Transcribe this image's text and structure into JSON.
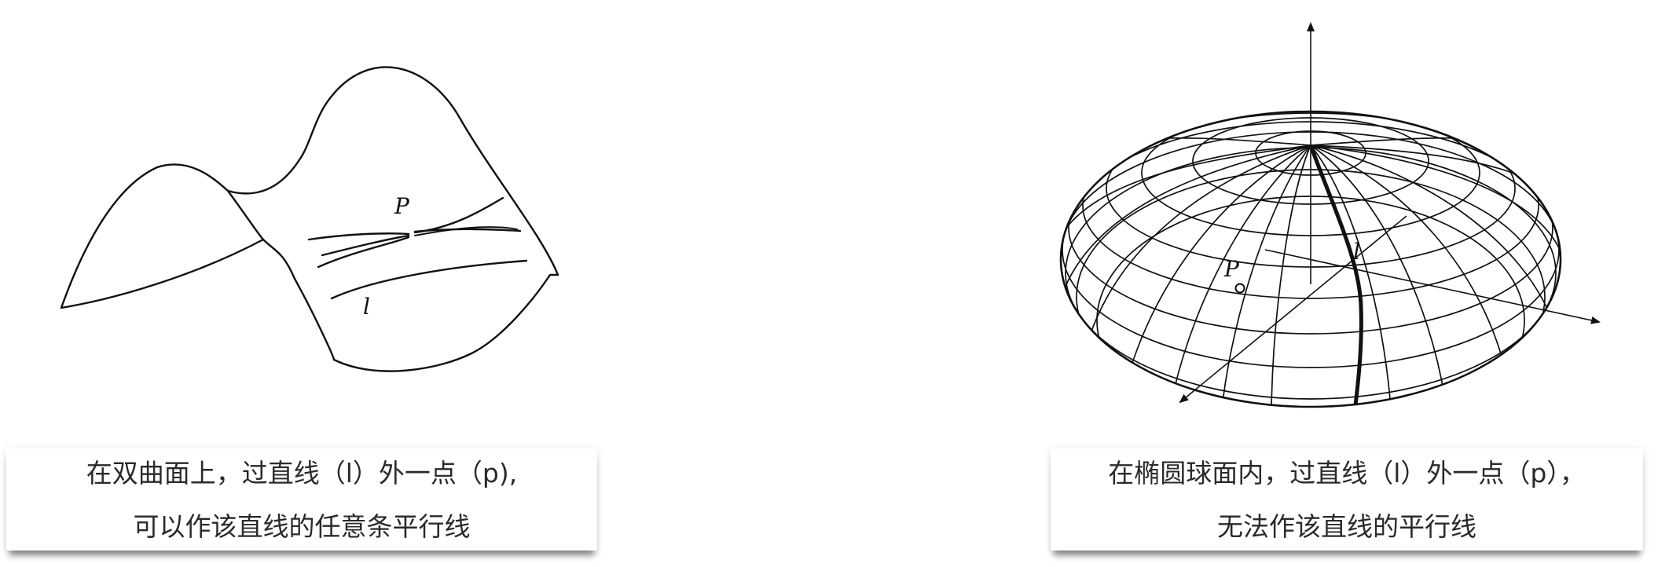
{
  "left": {
    "point_label": "P",
    "line_label": "l",
    "caption_line1": "在双曲面上，过直线（l）外一点（p),",
    "caption_line2": "可以作该直线的任意条平行线"
  },
  "right": {
    "point_label": "P",
    "line_label": "l",
    "caption_line1": "在椭圆球面内，过直线（l）外一点（p），",
    "caption_line2": "无法作该直线的平行线"
  },
  "colors": {
    "ink": "#111111",
    "caption_text": "#2a2a2a",
    "card": "#ffffff"
  }
}
